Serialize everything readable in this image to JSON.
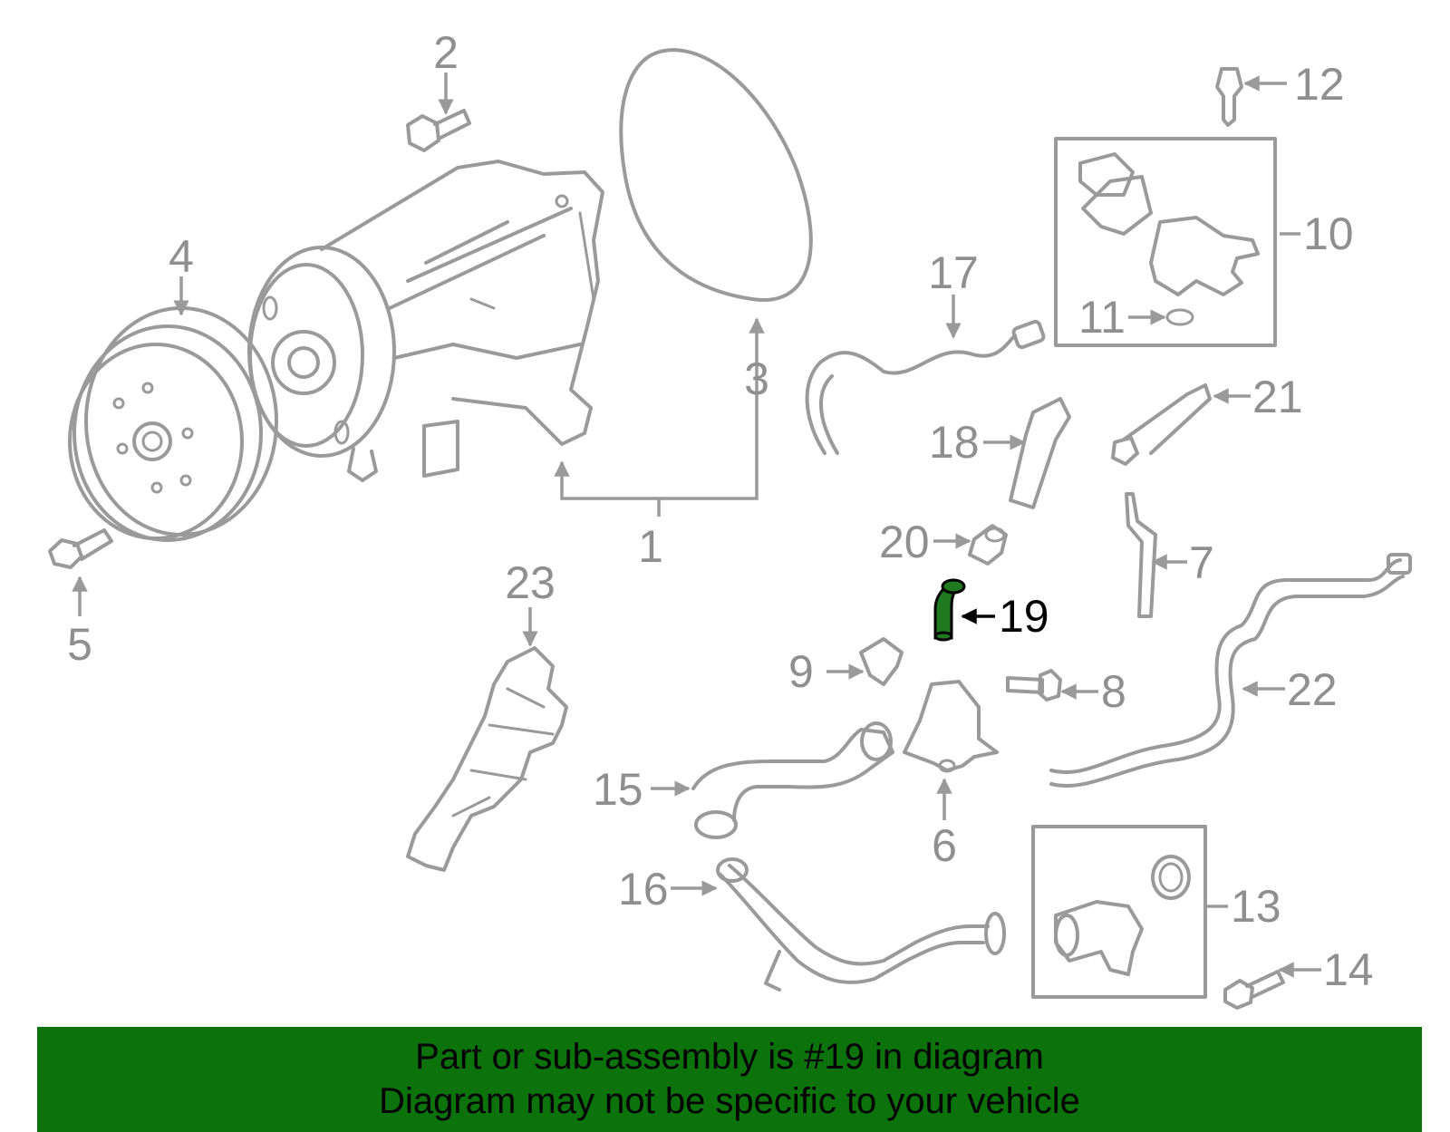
{
  "highlight_color": "#1f7a1f",
  "part_line_color": "#9a9a9a",
  "banner_color": "#0c720c",
  "highlighted_part": "19",
  "callouts": {
    "c1": "1",
    "c2": "2",
    "c3": "3",
    "c4": "4",
    "c5": "5",
    "c6": "6",
    "c7": "7",
    "c8": "8",
    "c9": "9",
    "c10": "10",
    "c11": "11",
    "c12": "12",
    "c13": "13",
    "c14": "14",
    "c15": "15",
    "c16": "16",
    "c17": "17",
    "c18": "18",
    "c19": "19",
    "c20": "20",
    "c21": "21",
    "c22": "22",
    "c23": "23"
  },
  "banner": {
    "line1": "Part or sub-assembly is #19 in diagram",
    "line2": "Diagram may not be specific to your vehicle"
  }
}
